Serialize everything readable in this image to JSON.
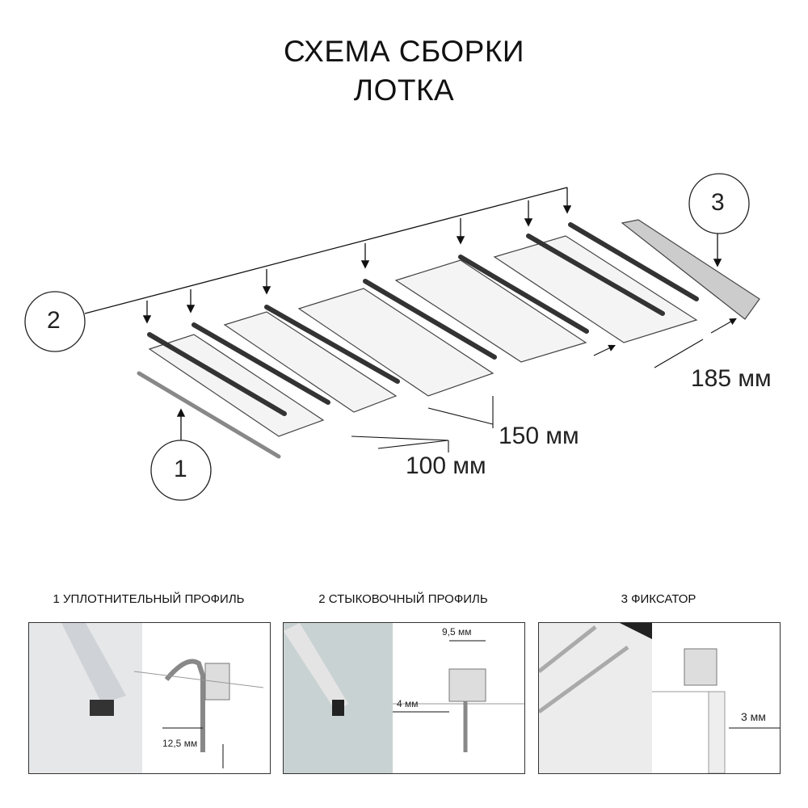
{
  "title": {
    "line1": "СХЕМА СБОРКИ",
    "line2": "ЛОТКА"
  },
  "callouts": {
    "c1": "1",
    "c2": "2",
    "c3": "3"
  },
  "dimensions": {
    "d100": "100 мм",
    "d150": "150 мм",
    "d185": "185 мм"
  },
  "panels": [
    {
      "caption": "1 УПЛОТНИТЕЛЬНЫЙ ПРОФИЛЬ",
      "measure": "12,5 мм"
    },
    {
      "caption": "2 СТЫКОВОЧНЫЙ ПРОФИЛЬ",
      "measure_top": "9,5 мм",
      "measure_side": "4 мм"
    },
    {
      "caption": "3 ФИКСАТОР",
      "measure": "3 мм"
    }
  ]
}
